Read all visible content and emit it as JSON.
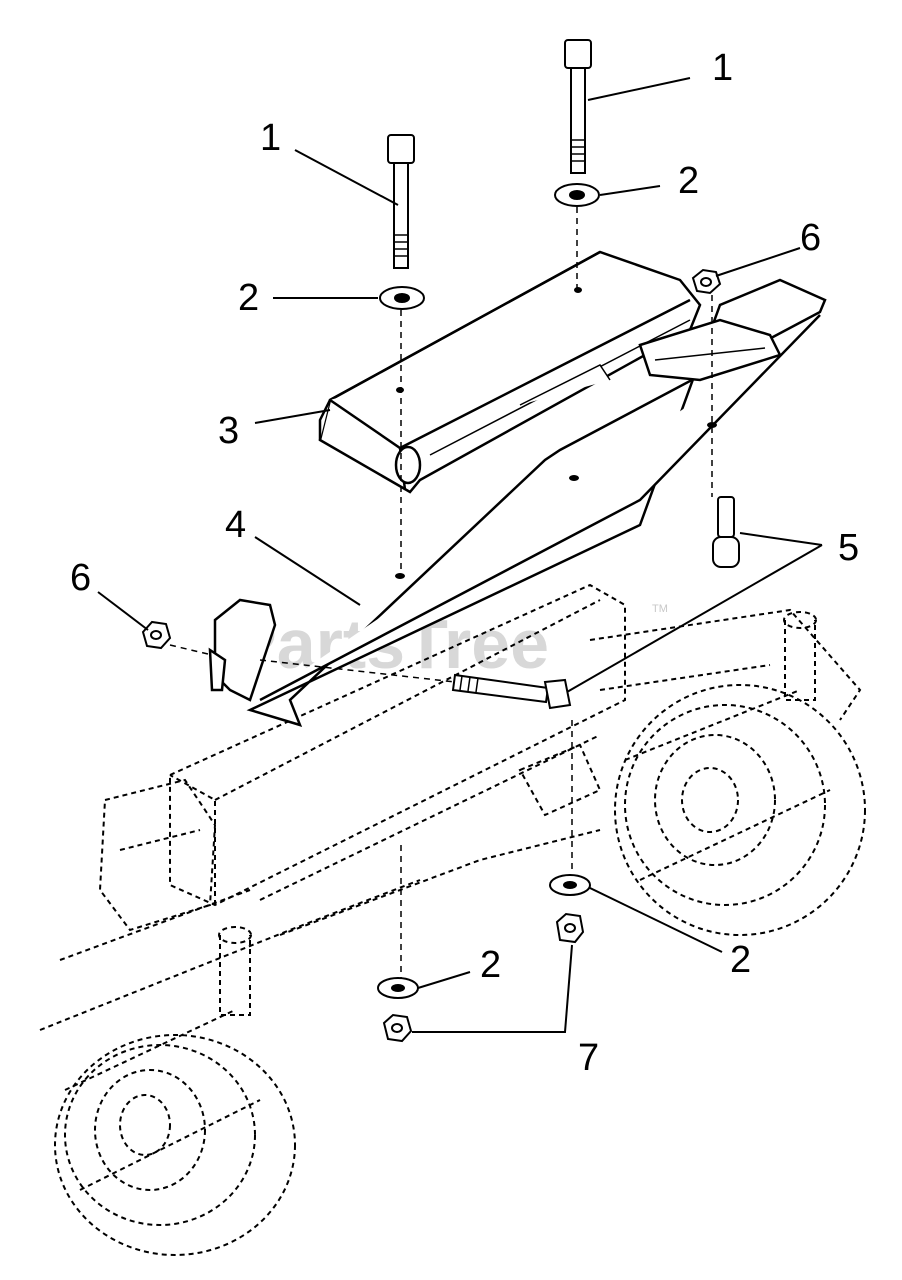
{
  "diagram": {
    "callouts": {
      "c1a": "1",
      "c1b": "1",
      "c2a": "2",
      "c2b": "2",
      "c2c": "2",
      "c2d": "2",
      "c3": "3",
      "c4": "4",
      "c5": "5",
      "c6a": "6",
      "c6b": "6",
      "c7": "7"
    },
    "watermark": "PartsTree",
    "watermark_tm": "TM",
    "colors": {
      "line": "#000000",
      "background": "#ffffff",
      "watermark": "#d8d8d8"
    }
  }
}
